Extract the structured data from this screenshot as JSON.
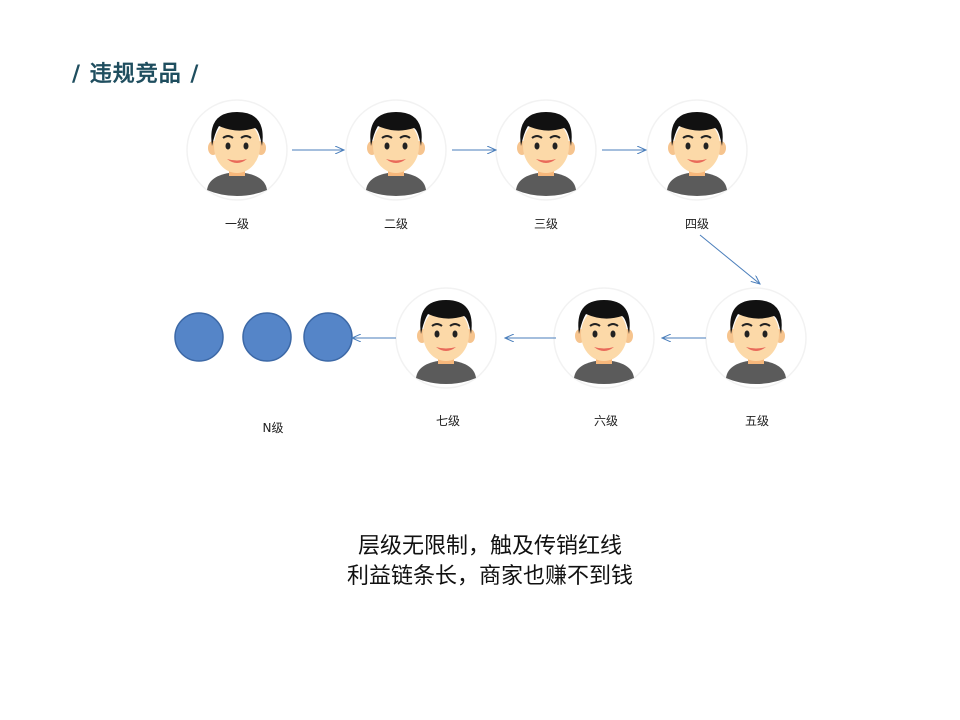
{
  "title": "/ 违规竞品 /",
  "levels": [
    {
      "label": "一级"
    },
    {
      "label": "二级"
    },
    {
      "label": "三级"
    },
    {
      "label": "四级"
    },
    {
      "label": "五级"
    },
    {
      "label": "六级"
    },
    {
      "label": "七级"
    },
    {
      "label": "N级"
    }
  ],
  "caption": {
    "line1": "层级无限制，触及传销红线",
    "line2": "利益链条长，商家也赚不到钱"
  },
  "colors": {
    "title": "#1f4e5f",
    "arrow": "#4a7ebb",
    "dot": "#5585c8",
    "dot_border": "#3c68a6"
  }
}
